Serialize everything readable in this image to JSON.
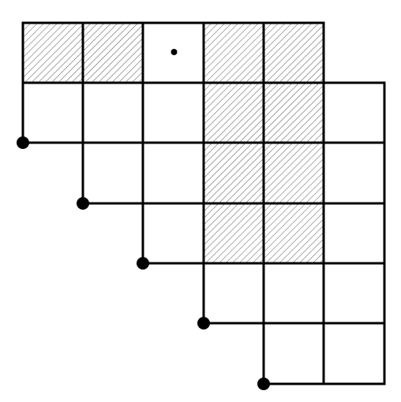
{
  "diagram": {
    "grid": {
      "columns": 6,
      "rows": 6
    },
    "colors": {
      "line": "#000000",
      "hatch": "#555555",
      "background": "#ffffff"
    },
    "hatched_cells": [
      [
        0,
        0
      ],
      [
        0,
        1
      ],
      [
        0,
        3
      ],
      [
        0,
        4
      ],
      [
        1,
        3
      ],
      [
        1,
        4
      ],
      [
        2,
        3
      ],
      [
        2,
        4
      ],
      [
        3,
        3
      ],
      [
        3,
        4
      ]
    ],
    "center_dot_cell": [
      0,
      2
    ],
    "corner_nodes": 5
  }
}
